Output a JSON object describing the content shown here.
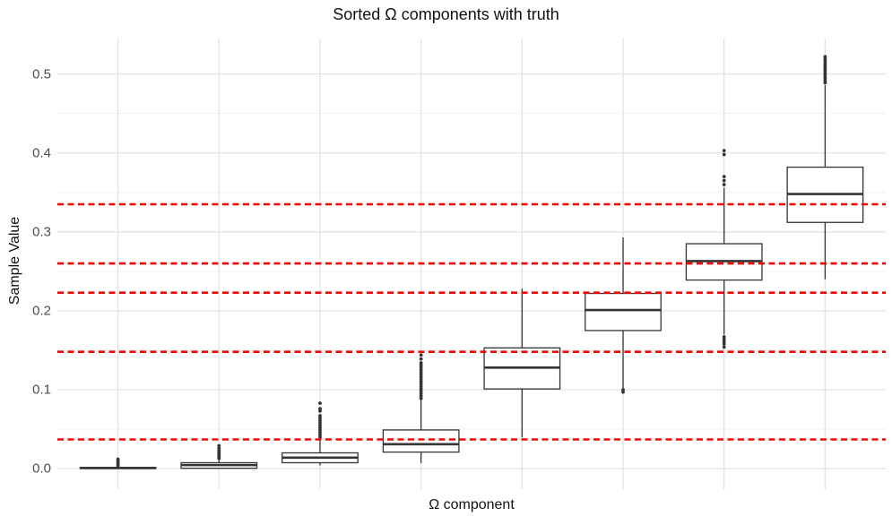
{
  "title": "Sorted Ω components with truth",
  "colors": {
    "background": "#ffffff",
    "box_stroke": "#343434",
    "box_fill": "#ffffff",
    "outlier": "#343434",
    "grid_major": "#e3e3e3",
    "grid_minor": "#f0f0f0",
    "truth_line": "#ff0000",
    "axis_text": "#4d4d4d",
    "title_text": "#111111"
  },
  "chart_data": {
    "type": "boxplot",
    "title": "Sorted Ω components with truth",
    "xlabel": "Ω component",
    "ylabel": "Sample Value",
    "ylim": [
      -0.026,
      0.545
    ],
    "grid": true,
    "legend": "none",
    "x_tick_labels_visible": false,
    "n_components": 8,
    "y_major_ticks": {
      "values": [
        0.0,
        0.1,
        0.2,
        0.3,
        0.4,
        0.5
      ],
      "labels": [
        "0.0",
        "0.1",
        "0.2",
        "0.3",
        "0.4",
        "0.5"
      ]
    },
    "y_minor_ticks": [
      0.05,
      0.15,
      0.25,
      0.35,
      0.45
    ],
    "boxes": [
      {
        "component": 1,
        "q1": 0.0003,
        "median": 0.0008,
        "q3": 0.0015,
        "whisker_low": 0.0,
        "whisker_high": 0.002,
        "outliers": [
          0.004,
          0.006,
          0.008,
          0.01,
          0.012
        ]
      },
      {
        "component": 2,
        "q1": 0.0005,
        "median": 0.0045,
        "q3": 0.0075,
        "whisker_low": 0.0,
        "whisker_high": 0.011,
        "outliers": [
          0.013,
          0.015,
          0.017,
          0.019,
          0.021,
          0.023,
          0.026,
          0.029
        ]
      },
      {
        "component": 3,
        "q1": 0.0075,
        "median": 0.014,
        "q3": 0.02,
        "whisker_low": 0.004,
        "whisker_high": 0.038,
        "outliers": [
          0.04,
          0.043,
          0.046,
          0.049,
          0.052,
          0.055,
          0.058,
          0.061,
          0.064,
          0.067,
          0.073,
          0.076,
          0.083
        ]
      },
      {
        "component": 4,
        "q1": 0.021,
        "median": 0.031,
        "q3": 0.049,
        "whisker_low": 0.007,
        "whisker_high": 0.087,
        "outliers": [
          0.089,
          0.092,
          0.095,
          0.098,
          0.101,
          0.104,
          0.107,
          0.11,
          0.113,
          0.116,
          0.119,
          0.122,
          0.125,
          0.128,
          0.131,
          0.134,
          0.139,
          0.144
        ]
      },
      {
        "component": 5,
        "q1": 0.101,
        "median": 0.128,
        "q3": 0.153,
        "whisker_low": 0.04,
        "whisker_high": 0.228,
        "outliers": []
      },
      {
        "component": 6,
        "q1": 0.175,
        "median": 0.201,
        "q3": 0.222,
        "whisker_low": 0.102,
        "whisker_high": 0.293,
        "outliers": [
          0.097,
          0.1
        ]
      },
      {
        "component": 7,
        "q1": 0.239,
        "median": 0.263,
        "q3": 0.285,
        "whisker_low": 0.17,
        "whisker_high": 0.356,
        "outliers": [
          0.154,
          0.158,
          0.161,
          0.164,
          0.167,
          0.36,
          0.365,
          0.37,
          0.398,
          0.403
        ]
      },
      {
        "component": 8,
        "q1": 0.312,
        "median": 0.348,
        "q3": 0.382,
        "whisker_low": 0.24,
        "whisker_high": 0.486,
        "outliers": [
          0.489,
          0.492,
          0.495,
          0.498,
          0.501,
          0.504,
          0.507,
          0.51,
          0.513,
          0.516,
          0.519,
          0.522
        ]
      }
    ],
    "truth_lines": {
      "style": "dashed",
      "color": "#ff0000",
      "values": [
        0.037,
        0.148,
        0.223,
        0.26,
        0.335
      ]
    }
  }
}
